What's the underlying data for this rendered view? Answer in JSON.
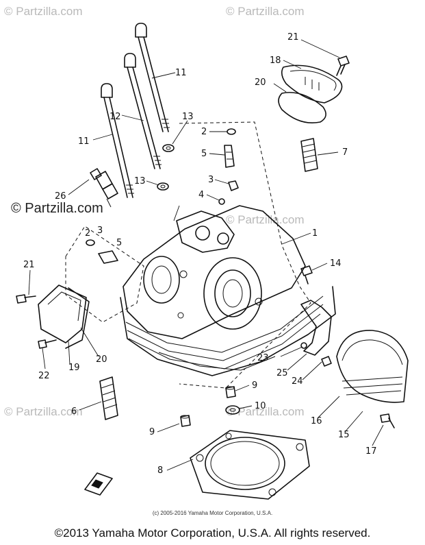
{
  "watermark": {
    "text": "© Partzilla.com"
  },
  "diagram": {
    "callouts": [
      {
        "id": "c21a",
        "text": "21"
      },
      {
        "id": "c18",
        "text": "18"
      },
      {
        "id": "c20a",
        "text": "20"
      },
      {
        "id": "c11a",
        "text": "11"
      },
      {
        "id": "c12",
        "text": "12"
      },
      {
        "id": "c11b",
        "text": "11"
      },
      {
        "id": "c13a",
        "text": "13"
      },
      {
        "id": "c2a",
        "text": "2"
      },
      {
        "id": "c5a",
        "text": "5"
      },
      {
        "id": "c7",
        "text": "7"
      },
      {
        "id": "c13b",
        "text": "13"
      },
      {
        "id": "c3a",
        "text": "3"
      },
      {
        "id": "c4",
        "text": "4"
      },
      {
        "id": "c26",
        "text": "26"
      },
      {
        "id": "c1",
        "text": "1"
      },
      {
        "id": "c3b",
        "text": "3"
      },
      {
        "id": "c2b",
        "text": "2"
      },
      {
        "id": "c5b",
        "text": "5"
      },
      {
        "id": "c21b",
        "text": "21"
      },
      {
        "id": "c14",
        "text": "14"
      },
      {
        "id": "c23",
        "text": "23"
      },
      {
        "id": "c25",
        "text": "25"
      },
      {
        "id": "c24",
        "text": "24"
      },
      {
        "id": "c20b",
        "text": "20"
      },
      {
        "id": "c19",
        "text": "19"
      },
      {
        "id": "c22",
        "text": "22"
      },
      {
        "id": "c9a",
        "text": "9"
      },
      {
        "id": "c10",
        "text": "10"
      },
      {
        "id": "c6",
        "text": "6"
      },
      {
        "id": "c16",
        "text": "16"
      },
      {
        "id": "c15",
        "text": "15"
      },
      {
        "id": "c17",
        "text": "17"
      },
      {
        "id": "c9b",
        "text": "9"
      },
      {
        "id": "c8",
        "text": "8"
      }
    ]
  },
  "footer": {
    "small_copyright": "(c) 2005-2016 Yamaha Motor Corporation, U.S.A.",
    "copyright": "©2013 Yamaha Motor Corporation, U.S.A. All rights reserved."
  }
}
